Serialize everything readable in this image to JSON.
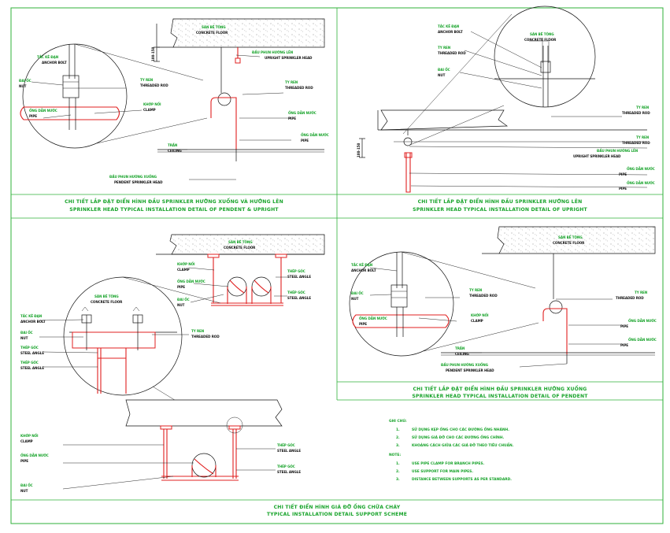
{
  "panels": {
    "top_left": {
      "title_line1": "CHI TIẾT LẮP ĐẶT ĐIỂN HÌNH ĐẦU SPRINKLER HƯỚNG XUỐNG VÀ HƯỚNG LÊN",
      "title_line2": "SPRINKLER HEAD TYPICAL INSTALLATION DETAIL OF PENDENT & UPRIGHT",
      "labels": {
        "ceiling_vn": "SÀN BÊ TÔNG",
        "ceiling_en": "CONCRETE FLOOR",
        "sprinkler_vn": "ĐẦU PHUN HƯỚNG LÊN",
        "sprinkler_en": "UPRIGHT SPRINKLER HEAD",
        "anchor_vn": "TẮC KÊ ĐẠN",
        "anchor_en": "ANCHOR BOLT",
        "nut_vn": "ĐAI ỐC",
        "nut_en": "NUT",
        "rod_vn": "TY REN",
        "rod_en": "THREADED ROD",
        "coupling_vn": "KHỚP NỐI",
        "coupling_en": "CLAMP",
        "pipe_vn": "ỐNG DẪN NƯỚC",
        "pipe_en": "PIPE",
        "ceiling_board_vn": "TRẦN",
        "ceiling_board_en": "CEILING",
        "pendent_vn": "ĐẦU PHUN HƯỚNG XUỐNG",
        "pendent_en": "PENDENT SPRINKLER HEAD",
        "height": "100-150"
      }
    },
    "top_right": {
      "title_line1": "CHI TIẾT LẮP ĐẶT ĐIỂN HÌNH ĐẦU SPRINKLER HƯỚNG LÊN",
      "title_line2": "SPRINKLER HEAD TYPICAL INSTALLATION DETAIL OF UPRIGHT",
      "labels": {
        "anchor_vn": "TẮC KÊ ĐẠN",
        "anchor_en": "ANCHOR BOLT",
        "ceiling_vn": "SÀN BÊ TÔNG",
        "ceiling_en": "CONCRETE FLOOR",
        "rod_vn": "TY REN",
        "rod_en": "THREADED ROD",
        "nut_vn": "ĐAI ỐC",
        "nut_en": "NUT",
        "upright_vn": "ĐẦU PHUN HƯỚNG LÊN",
        "upright_en": "UPRIGHT SPRINKLER HEAD",
        "pipe_vn": "ỐNG DẪN NƯỚC",
        "pipe_en": "PIPE",
        "height": "100-150"
      }
    },
    "bottom_left": {
      "labels": {
        "ceiling_vn": "SÀN BÊ TÔNG",
        "ceiling_en": "CONCRETE FLOOR",
        "anchor_vn": "TẮC KÊ ĐẠN",
        "anchor_en": "ANCHOR BOLT",
        "nut_vn": "ĐAI ỐC",
        "nut_en": "NUT",
        "steel_vn": "THÉP GÓC",
        "steel_en": "STEEL ANGLE",
        "clamp_vn": "KHỚP NỐI",
        "clamp_en": "CLAMP",
        "pipe_vn": "ỐNG DẪN NƯỚC",
        "pipe_en": "PIPE",
        "rod_vn": "TY REN",
        "rod_en": "THREADED ROD"
      }
    },
    "bottom_right": {
      "title_line1": "CHI TIẾT LẮP ĐẶT ĐIỂN HÌNH ĐẦU SPRINKLER HƯỚNG XUỐNG",
      "title_line2": "SPRINKLER HEAD TYPICAL INSTALLATION DETAIL OF PENDENT",
      "labels": {
        "ceiling_vn": "SÀN BÊ TÔNG",
        "ceiling_en": "CONCRETE FLOOR",
        "rod_vn": "TY REN",
        "rod_en": "THREADED ROD",
        "nut_vn": "ĐAI ỐC",
        "nut_en": "NUT",
        "clamp_vn": "KHỚP NỐI",
        "clamp_en": "CLAMP",
        "pipe_vn": "ỐNG DẪN NƯỚC",
        "pipe_en": "PIPE",
        "ceiling_board_vn": "TRẦN",
        "ceiling_board_en": "CEILING",
        "pendent_vn": "ĐẦU PHUN HƯỚNG XUỐNG",
        "pendent_en": "PENDENT SPRINKLER HEAD"
      }
    },
    "support": {
      "title_line1": "CHI TIẾT ĐIỂN HÌNH GIÁ ĐỠ ỐNG CHỮA CHÁY",
      "title_line2": "TYPICAL INSTALLATION DETAIL SUPPORT SCHEME"
    }
  },
  "notes": {
    "heading_vn": "GHI CHÚ:",
    "items_vn": [
      "SỬ DỤNG KẸP ỐNG CHO CÁC ĐƯỜNG ỐNG NHÁNH.",
      "SỬ DỤNG GIÁ ĐỠ CHO CÁC ĐƯỜNG ỐNG CHÍNH.",
      "KHOẢNG CÁCH GIỮA CÁC GIÁ ĐỠ THEO TIÊU CHUẨN."
    ],
    "heading_en": "NOTE:",
    "items_en": [
      "USE PIPE CLAMP FOR BRANCH PIPES.",
      "USE SUPPORT FOR MAIN PIPES.",
      "DISTANCE BETWEEN SUPPORTS AS PER STANDARD."
    ],
    "numbers": [
      "1.",
      "2.",
      "3."
    ]
  },
  "colors": {
    "frame": "#2fb23a",
    "pipe": "#e02020",
    "ink": "#111111",
    "label": "#17a32a"
  }
}
